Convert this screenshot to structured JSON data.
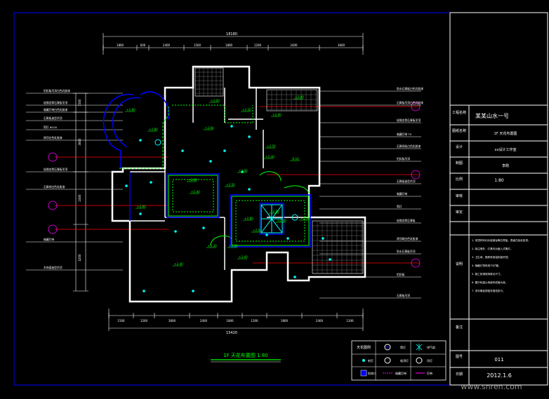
{
  "drawing": {
    "title": "1F 天花布置图 1:80",
    "overall_dim_top": "18180",
    "overall_dim_bottom": "15420",
    "dims_top": [
      "1800",
      "600",
      "2400",
      "1500",
      "1800",
      "1200",
      "2400",
      "3600"
    ],
    "dims_bottom": [
      "1500",
      "1200",
      "3600",
      "2400",
      "1800",
      "1200",
      "1800",
      "2400",
      "1200"
    ],
    "dims_left": [
      "1500",
      "3600",
      "2400",
      "4200"
    ],
    "left_notes": [
      "铝扣板吊顶白色乳胶漆",
      "轻钢龙骨石膏板吊顶",
      "暗藏灯带白色乳胶漆",
      "石膏板造型吊顶",
      "筒灯 Φ100",
      "原顶白色乳胶漆",
      "轻钢龙骨石膏板吊顶",
      "石膏线白色乳胶漆",
      "暗藏灯带",
      "木饰面造型吊顶"
    ],
    "right_notes": [
      "防水石膏板白色乳胶漆",
      "石膏板吊顶白色乳胶漆",
      "轻钢龙骨石膏板吊顶",
      "暗藏灯带 T5",
      "石膏线条白色乳胶漆",
      "铝扣板吊顶",
      "石膏板造型吊顶",
      "暗藏灯带",
      "筒灯",
      "轻钢龙骨石膏板",
      "原顶刷白色乳胶漆",
      "防水石膏板吊顶",
      "铝扣板",
      "石膏板吊顶"
    ],
    "levels": [
      "+2.80",
      "+2.60",
      "+2.50",
      "+2.80",
      "+2.60",
      "+2.40",
      "+2.80",
      "+2.50",
      "+2.40",
      "+2.60",
      "+2.80",
      "+2.50",
      "+2.40",
      "+2.60",
      "+2.80",
      "+2.40",
      "+2.50",
      "+2.20",
      "+2.80",
      "+2.60",
      "+2.40",
      "+2.80",
      "+2.50",
      "-0.10"
    ],
    "legend": {
      "header": "天花图例",
      "items": [
        "筒灯",
        "射灯",
        "吸顶灯",
        "排气扇",
        "吊灯",
        "暗藏灯带",
        "检修口",
        "灯带"
      ]
    }
  },
  "title_block": {
    "project": "某某山水一号",
    "project_label": "工程名称",
    "drawing_title": "1F 天花布置图",
    "drawing_label": "图纸名称",
    "design": "xx设计工作室",
    "design_label": "设计",
    "draw_label": "制图",
    "draw": "李刚",
    "scale_label": "比例",
    "scale": "1:80",
    "check_label": "审核",
    "approve_label": "审定",
    "notes_label": "说明",
    "notes": [
      "1. 吊顶材料均为轻钢龙骨石膏板，表面白色乳胶漆。",
      "2. 除注明外，灯具均为嵌入式筒灯。",
      "3. 卫生间、厨房采用铝扣板吊顶。",
      "4. 暗藏灯带采用T5灯管。",
      "5. 施工前请现场核对尺寸。",
      "6. 图中标高以地面完成面为准。",
      "7. 未尽事宜按相关规范执行。"
    ],
    "remark_label": "备注",
    "sheet_label": "图号",
    "sheet": "011",
    "date_label": "日期",
    "date": "2012.1.6"
  },
  "watermark": "www.snren.com",
  "colors": {
    "wall": "#ffffff",
    "frame": "#0000ff",
    "ceiling": "#00ff00",
    "dim": "#ffffff",
    "axis": "#ff0000",
    "axis_bubble": "#ff00ff",
    "leader": "#00ffff",
    "text": "#ffffff",
    "title_green": "#00ff00"
  }
}
